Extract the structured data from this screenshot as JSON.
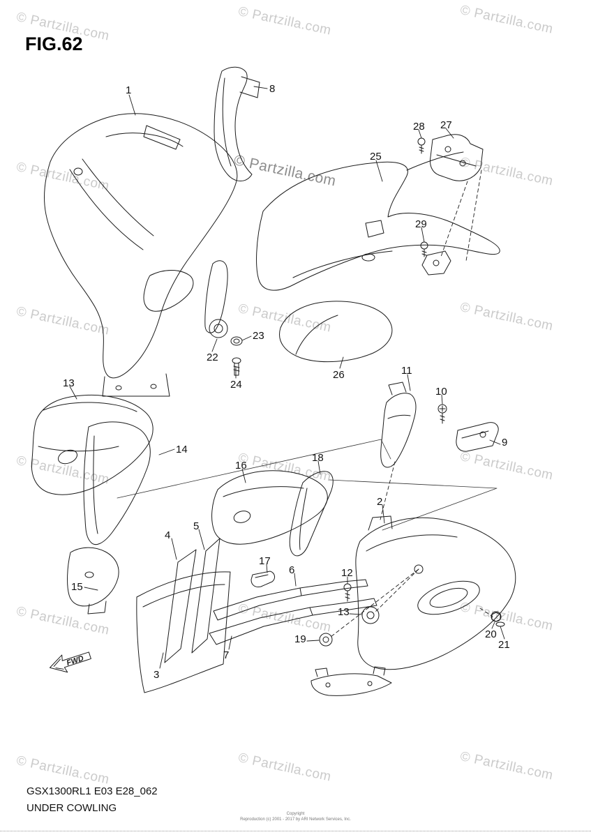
{
  "header": {
    "figure_label": "FIG.62"
  },
  "watermark": {
    "text": "© Partzilla.com"
  },
  "colors": {
    "line": "#1a1a1a",
    "watermark_light": "#cbcbcb",
    "watermark_dark": "#8d8d8d"
  },
  "callouts": [
    "1",
    "8",
    "28",
    "27",
    "25",
    "29",
    "23",
    "22",
    "24",
    "26",
    "13",
    "14",
    "16",
    "18",
    "11",
    "10",
    "9",
    "2",
    "5",
    "4",
    "17",
    "6",
    "12",
    "15",
    "3",
    "7",
    "13",
    "19",
    "20",
    "21"
  ],
  "diagram": {
    "fwd_label": "FWD"
  },
  "footer": {
    "model_code": "GSX1300RL1 E03 E28_062",
    "figure_title": "UNDER COWLING",
    "copyright_line1": "Copyright",
    "copyright_line2": "Reproduction (c) 2001 - 2017 by ARI Network Services, Inc."
  }
}
